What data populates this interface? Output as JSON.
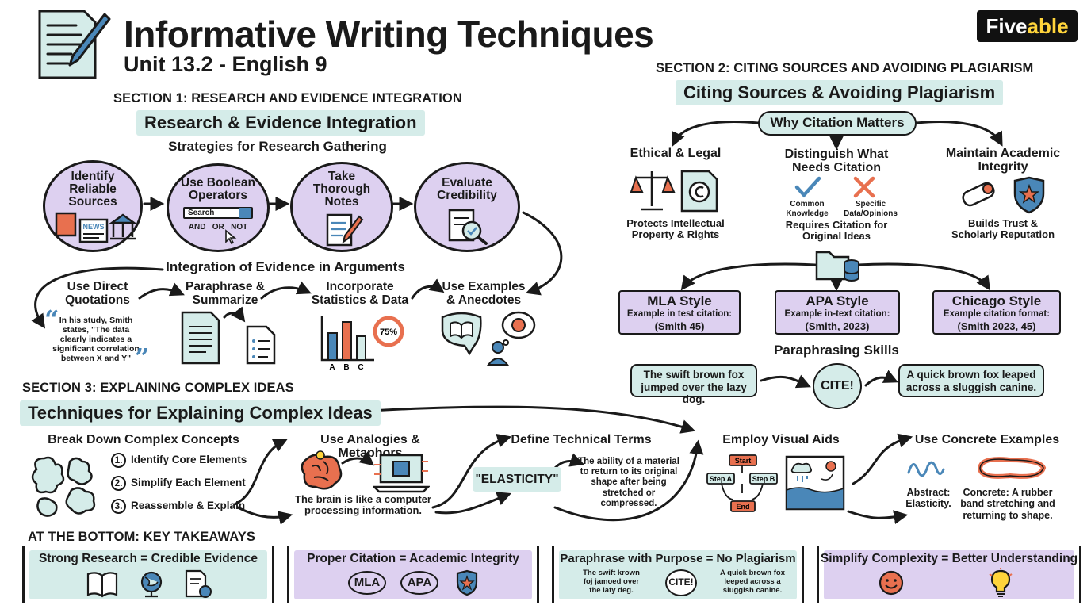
{
  "header": {
    "title": "Informative Writing Techniques",
    "subtitle": "Unit 13.2 - English 9",
    "brand": {
      "text_prefix": "Five",
      "text_suffix": "able"
    }
  },
  "section1": {
    "heading": "SECTION 1: RESEARCH AND EVIDENCE INTEGRATION",
    "band": "Research & Evidence Integration",
    "strategies_title": "Strategies for Research Gathering",
    "strategies": [
      {
        "label": "Identify Reliable Sources",
        "icon_text": "NEWS"
      },
      {
        "label": "Use Boolean Operators",
        "search_text": "Search",
        "operators": "AND   OR   NOT"
      },
      {
        "label": "Take Thorough Notes"
      },
      {
        "label": "Evaluate Credibility"
      }
    ],
    "integration_title": "Integration of Evidence in Arguments",
    "integration": [
      {
        "label": "Use Direct Quotations",
        "quote": "In his study, Smith states, \"The data clearly indicates a significant correlation between X and Y\""
      },
      {
        "label": "Paraphrase & Summarize"
      },
      {
        "label": "Incorporate Statistics & Data",
        "bars": [
          "A",
          "B",
          "C"
        ],
        "percent": "75%"
      },
      {
        "label": "Use Examples & Anecdotes"
      }
    ]
  },
  "section2": {
    "heading": "SECTION 2: CITING SOURCES AND AVOIDING PLAGIARISM",
    "band": "Citing Sources & Avoiding Plagiarism",
    "why": "Why Citation Matters",
    "pillars": [
      {
        "title": "Ethical & Legal",
        "desc": "Protects Intellectual Property & Rights"
      },
      {
        "title": "Distinguish What Needs Citation",
        "check_label": "Common Knowledge",
        "cross_label": "Specific Data/Opinions",
        "desc": "Requires Citation for Original Ideas"
      },
      {
        "title": "Maintain Academic Integrity",
        "desc": "Builds Trust & Scholarly Reputation"
      }
    ],
    "styles": [
      {
        "name": "MLA Style",
        "line1": "Example in test citation:",
        "line2": "(Smith 45)"
      },
      {
        "name": "APA Style",
        "line1": "Example in-text citation:",
        "line2": "(Smith, 2023)"
      },
      {
        "name": "Chicago Style",
        "line1": "Example citation format:",
        "line2": "(Smith 2023, 45)"
      }
    ],
    "paraphrasing_title": "Paraphrasing Skills",
    "original": "The swift brown fox jumped over the lazy dog.",
    "cite": "CITE!",
    "paraphrased": "A quick brown fox leaped across a sluggish canine."
  },
  "section3": {
    "heading": "SECTION 3: EXPLAINING COMPLEX IDEAS",
    "band": "Techniques for Explaining Complex Ideas",
    "breakdown": {
      "title": "Break Down Complex Concepts",
      "steps": [
        {
          "n": "1.",
          "text": "Identify Core Elements"
        },
        {
          "n": "2.",
          "text": "Simplify Each Element"
        },
        {
          "n": "3.",
          "text": "Reassemble & Explain"
        }
      ]
    },
    "analogies": {
      "title": "Use Analogies & Metaphors",
      "caption": "The brain is like a computer processing information."
    },
    "define": {
      "title": "Define Technical Terms",
      "term": "\"ELASTICITY\"",
      "definition": "The ability of a material to return to its original shape after being stretched or compressed."
    },
    "visual": {
      "title": "Employ Visual Aids",
      "start": "Start",
      "step_a": "Step A",
      "step_b": "Step B",
      "end": "End"
    },
    "concrete": {
      "title": "Use Concrete Examples",
      "abstract": "Abstract: Elasticity.",
      "concrete": "Concrete: A rubber band stretching and returning to shape."
    }
  },
  "takeaways": {
    "heading": "AT THE BOTTOM: KEY TAKEAWAYS",
    "items": [
      {
        "text": "Strong Research = Credible Evidence"
      },
      {
        "text": "Proper Citation = Academic Integrity",
        "tags": [
          "MLA",
          "APA"
        ]
      },
      {
        "text": "Paraphrase with Purpose = No Plagiarism",
        "left": "The swift krown foj jamoed over the laty deg.",
        "cite": "CITE!",
        "right": "A quick brown fox leeped across a sluggish canine."
      },
      {
        "text": "Simplify Complexity = Better Understanding"
      }
    ]
  },
  "colors": {
    "teal": "#d5ece9",
    "purple": "#ddd0f0",
    "red": "#e8704f",
    "blue": "#4a87b8",
    "ink": "#1a1a1a"
  }
}
